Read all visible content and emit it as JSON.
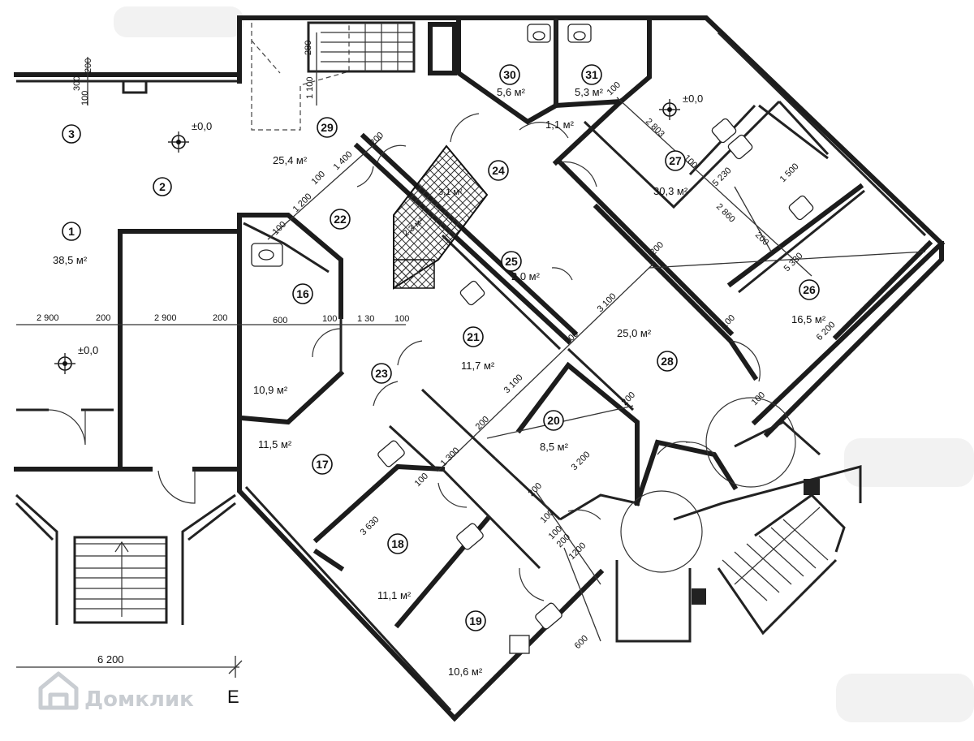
{
  "plan": {
    "rooms": [
      {
        "num": "1",
        "area": "38,5 м²"
      },
      {
        "num": "2",
        "area": ""
      },
      {
        "num": "3",
        "area": ""
      },
      {
        "num": "16",
        "area": "10,9 м²"
      },
      {
        "num": "17",
        "area": "11,5 м²"
      },
      {
        "num": "18",
        "area": "11,1 м²"
      },
      {
        "num": "19",
        "area": "10,6 м²"
      },
      {
        "num": "20",
        "area": "8,5 м²"
      },
      {
        "num": "21",
        "area": "11,7 м²"
      },
      {
        "num": "22",
        "area": ""
      },
      {
        "num": "23",
        "area": ""
      },
      {
        "num": "24",
        "area": ""
      },
      {
        "num": "25",
        "area": "2,0 м²"
      },
      {
        "num": "26",
        "area": "16,5 м²"
      },
      {
        "num": "27",
        "area": "30,3 м²"
      },
      {
        "num": "28",
        "area": "25,0 м²"
      },
      {
        "num": "29",
        "area": "25,4 м²"
      },
      {
        "num": "30",
        "area": "5,6 м²"
      },
      {
        "num": "31",
        "area": "5,3 м²"
      }
    ],
    "corridor_area": "1,1 м²",
    "small_areas": [
      "3,1 м²",
      "2,3 м²"
    ],
    "levels": [
      "±0,0",
      "±0,0",
      "±0,0"
    ],
    "dimensions": [
      "2 900",
      "200",
      "2 900",
      "200",
      "600",
      "100",
      "1 30",
      "100",
      "100",
      "1 200",
      "100",
      "1 400",
      "200",
      "280",
      "1 100",
      "200",
      "300",
      "100",
      "100",
      "2 803",
      "100",
      "5 230",
      "2 860",
      "1 500",
      "200",
      "5 330",
      "200",
      "3 100",
      "200",
      "100",
      "6 200",
      "100",
      "200",
      "3 100",
      "200",
      "3 200",
      "200",
      "1 300",
      "100",
      "3 630",
      "100",
      "100",
      "200",
      "1200",
      "600",
      "6 200"
    ],
    "axis_label": "Е",
    "watermark": "Домклик"
  }
}
